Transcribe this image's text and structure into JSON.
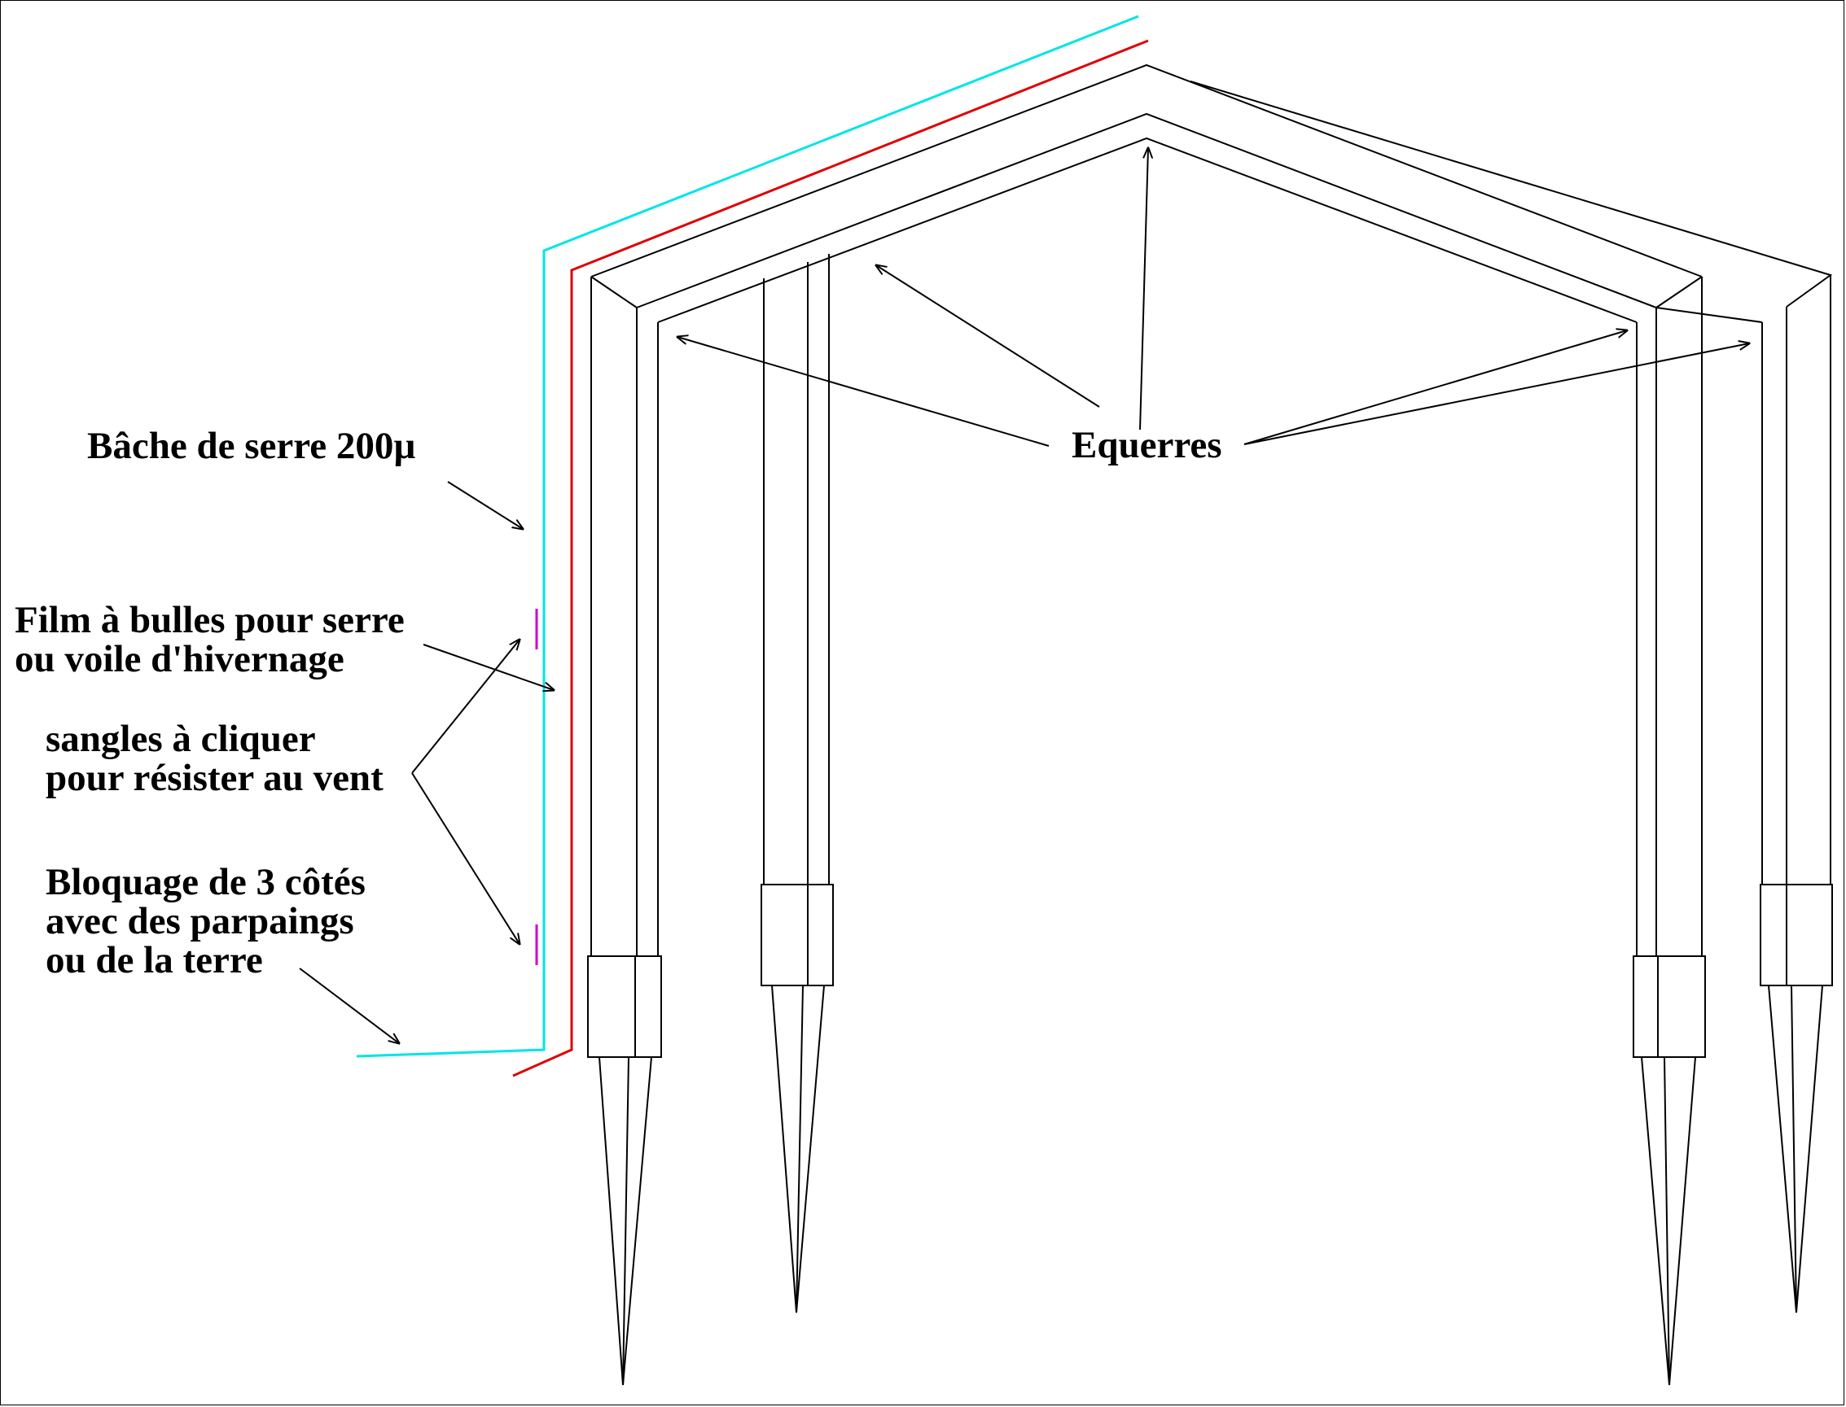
{
  "labels": {
    "bache": "Bâche de serre 200µ",
    "film_line1": "Film à bulles pour serre",
    "film_line2": "ou voile d'hivernage",
    "sangles_line1": "sangles à cliquer",
    "sangles_line2": "pour résister au vent",
    "bloquage_line1": "Bloquage de 3 côtés",
    "bloquage_line2": "avec des parpaings",
    "bloquage_line3": "ou de la terre",
    "equerres": "Equerres"
  },
  "colors": {
    "frame": "#000000",
    "tarp": "#00e5e5",
    "bubble_film": "#e00000",
    "strap": "#d000d0",
    "background": "#ffffff"
  }
}
